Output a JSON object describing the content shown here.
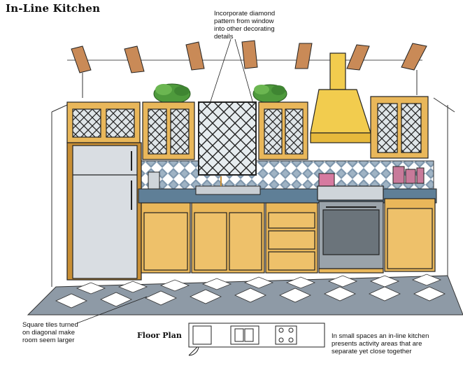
{
  "title": "In-Line Kitchen",
  "notes": {
    "top": [
      "Incorporate diamond",
      "pattern from window",
      "into other decorating",
      "details"
    ],
    "left": [
      "Square tiles turned",
      "on diagonal make",
      "room seem larger"
    ],
    "right": [
      "In small spaces an in-line kitchen",
      "presents activity areas that are",
      "separate yet close together"
    ]
  },
  "floor_plan": {
    "label": "Floor Plan"
  },
  "colors": {
    "wood": "#e9b75a",
    "wood_dark": "#c98f35",
    "hood": "#f2cc4e",
    "tile_blue": "#7f97ad",
    "fridge": "#d9dde2",
    "greenery": "#4e9a3c",
    "counter": "#5f7f97"
  }
}
